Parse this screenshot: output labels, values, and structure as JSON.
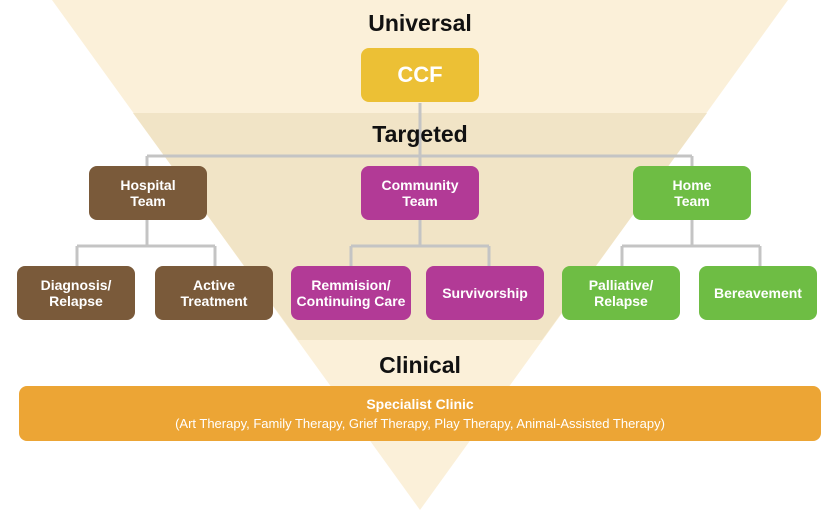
{
  "colors": {
    "triangle_outer": "#fbf0d9",
    "triangle_inner": "#f1e4c6",
    "connector": "#c4c4c4",
    "ccf": "#ecc035",
    "hospital": "#7a5a3a",
    "community": "#b23a96",
    "home": "#6ebd44",
    "clinic": "#eca535"
  },
  "tiers": {
    "universal": "Universal",
    "targeted": "Targeted",
    "clinical": "Clinical"
  },
  "top_node": "CCF",
  "teams": [
    {
      "label": "Hospital\nTeam",
      "children": [
        "Diagnosis/\nRelapse",
        "Active\nTreatment"
      ]
    },
    {
      "label": "Community\nTeam",
      "children": [
        "Remmision/\nContinuing Care",
        "Survivorship"
      ]
    },
    {
      "label": "Home\nTeam",
      "children": [
        "Palliative/\nRelapse",
        "Bereavement"
      ]
    }
  ],
  "clinic": {
    "title": "Specialist Clinic",
    "subtitle": "(Art Therapy, Family Therapy, Grief Therapy, Play Therapy, Animal-Assisted Therapy)"
  }
}
